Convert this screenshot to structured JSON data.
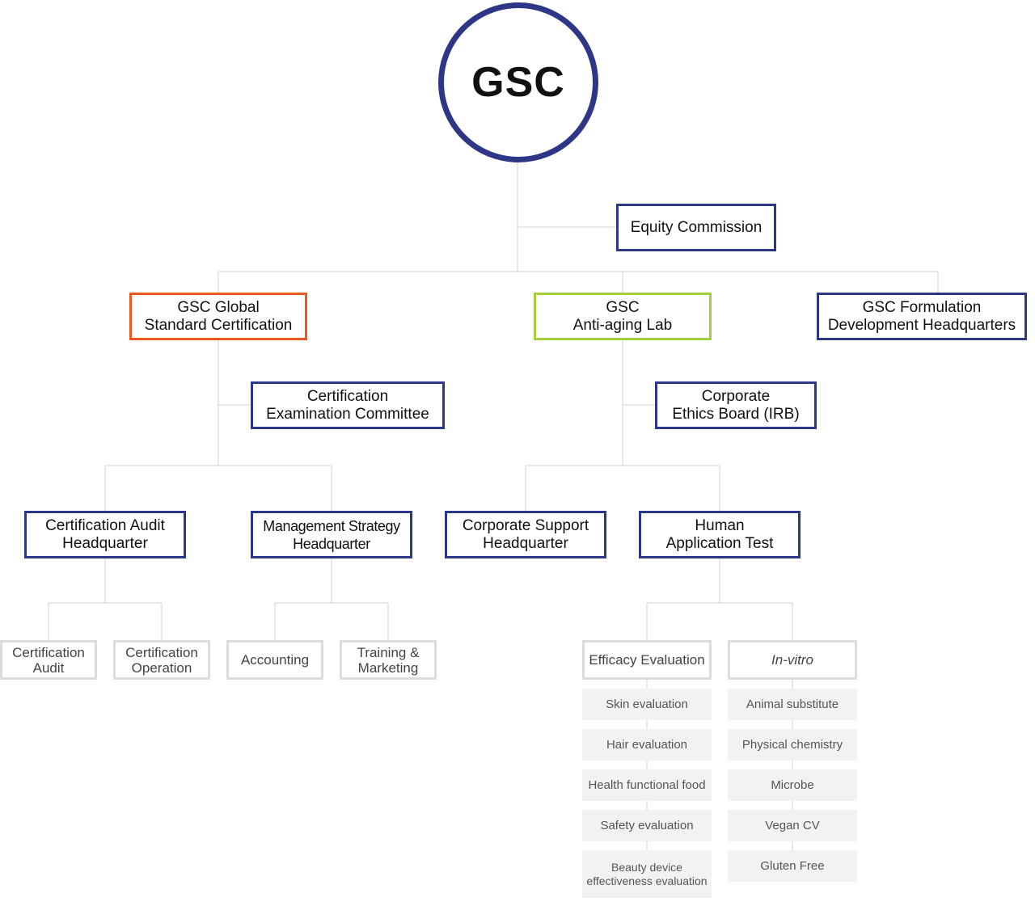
{
  "root": {
    "label": "GSC",
    "color": "#2e3688"
  },
  "equity": "Equity Commission",
  "divisions": {
    "global_cert": "GSC Global\nStandard Certification",
    "antiaging": "GSC\nAnti-aging Lab",
    "formulation": "GSC Formulation\nDevelopment Headquarters"
  },
  "committees": {
    "cert_exam": "Certification\nExamination Committee",
    "ethics": "Corporate\nEthics Board (IRB)"
  },
  "headquarters": {
    "cert_audit_hq": "Certification Audit\nHeadquarter",
    "mgmt_strategy_hq": "Management Strategy\nHeadquarter",
    "corp_support_hq": "Corporate Support\nHeadquarter",
    "human_test": "Human\nApplication Test"
  },
  "teams": {
    "cert_audit": "Certification\nAudit",
    "cert_operation": "Certification\nOperation",
    "accounting": "Accounting",
    "training": "Training &\nMarketing",
    "efficacy": "Efficacy Evaluation",
    "invitro": "In-vitro"
  },
  "efficacy_items": [
    "Skin evaluation",
    "Hair evaluation",
    "Health functional food",
    "Safety evaluation",
    "Beauty device\neffectiveness evaluation"
  ],
  "invitro_items": [
    "Animal substitute",
    "Physical chemistry",
    "Microbe",
    "Vegan CV",
    "Gluten Free"
  ],
  "colors": {
    "primary": "#2e3688",
    "orange": "#ea5a1f",
    "green": "#a3cf3a",
    "line": "#d0d0d0"
  }
}
